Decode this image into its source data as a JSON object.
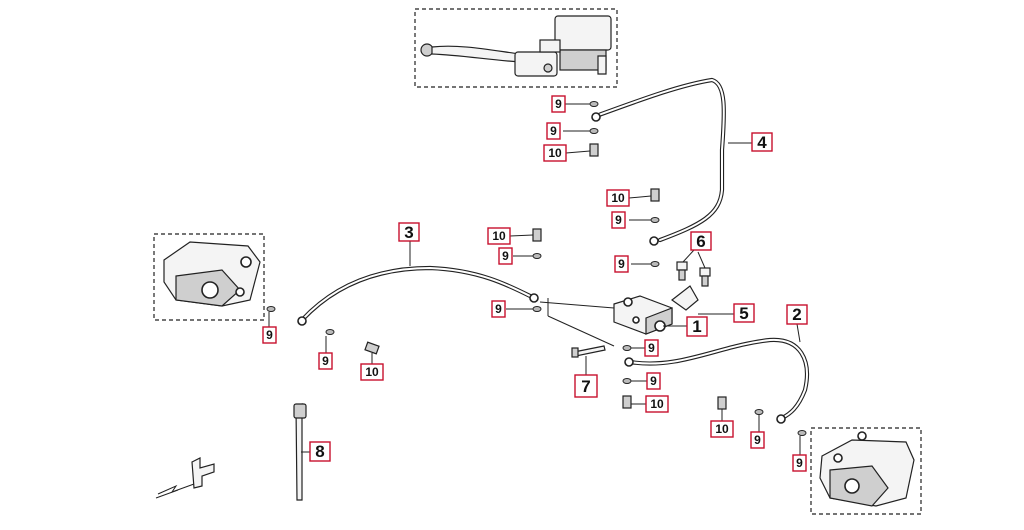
{
  "callouts": [
    {
      "id": "c1",
      "text": "1"
    },
    {
      "id": "c2",
      "text": "2"
    },
    {
      "id": "c3",
      "text": "3"
    },
    {
      "id": "c4",
      "text": "4"
    },
    {
      "id": "c5",
      "text": "5"
    },
    {
      "id": "c6",
      "text": "6"
    },
    {
      "id": "c7",
      "text": "7"
    },
    {
      "id": "c8",
      "text": "8"
    },
    {
      "id": "c9",
      "text": "9"
    },
    {
      "id": "c10",
      "text": "10"
    }
  ],
  "parts": {
    "master_cylinder": "brake-lever-master-cylinder",
    "front_left_caliper": "brake-caliper",
    "rear_right_caliper": "brake-caliper",
    "distributor": "brake-distributor-block",
    "hose_2": "brake-hose",
    "hose_3": "brake-hose",
    "hose_4": "brake-hose",
    "cable_tie": "cable-tie",
    "orientation_mark": "front-direction-arrow"
  }
}
